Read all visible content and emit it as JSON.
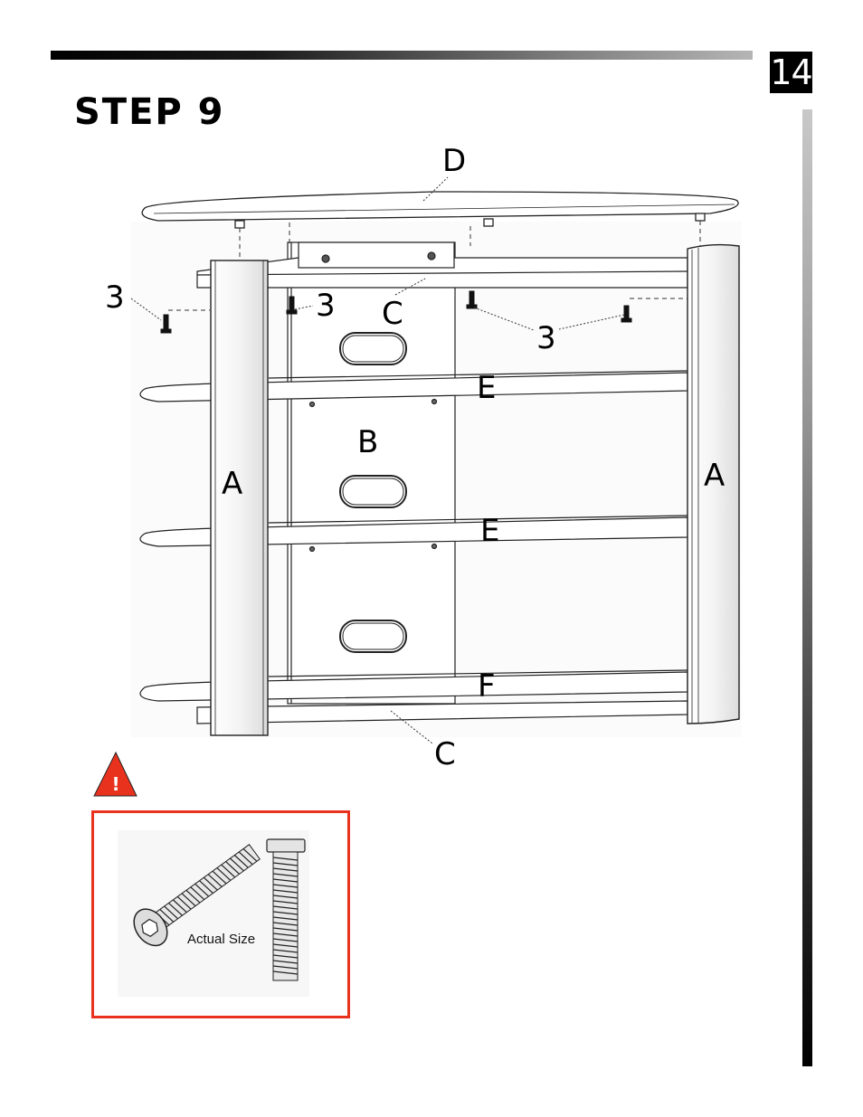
{
  "page": {
    "number": "14",
    "step_title": "STEP 9"
  },
  "diagram": {
    "part_labels": {
      "top_glass": "D",
      "bracket_top": "C",
      "bracket_bottom": "C",
      "back_panel": "B",
      "pillar_left": "A",
      "pillar_right": "A",
      "shelf_upper": "E",
      "shelf_middle": "E",
      "shelf_bottom": "F"
    },
    "screw_callouts": {
      "left_outer": "3",
      "left_inner": "3",
      "right": "3"
    }
  },
  "warning": {
    "icon": "warning-triangle-icon",
    "mark": "!"
  },
  "hardware": {
    "caption": "Actual Size",
    "icon": "bolt-icon"
  },
  "colors": {
    "warning_red": "#e8321e",
    "bar_black": "#000000"
  }
}
